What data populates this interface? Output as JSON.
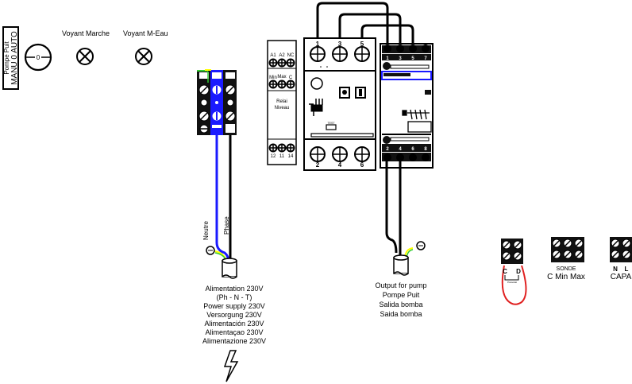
{
  "selector": {
    "label_top": "Pompe Puit",
    "label_bottom": "MANU  0  AUTO",
    "position_mark": "0"
  },
  "lamps": [
    {
      "label": "Voyant Marche"
    },
    {
      "label": "Voyant M-Eau"
    }
  ],
  "supply": {
    "wire_labels": {
      "neutral": "Neutre",
      "phase": "Phase"
    },
    "caption_lines": [
      "Alimentation 230V",
      "(Ph - N - T)",
      "Power supply 230V",
      "Versorgung 230V",
      "Alimentación 230V",
      "Alimentaçao 230V",
      "Alimentazione 230V"
    ]
  },
  "level_relay": {
    "top_terminals": [
      "A1",
      "A2",
      "NC"
    ],
    "mid_terminals": [
      "Min",
      "Max",
      "C"
    ],
    "name_lines": [
      "Relai",
      "Niveau"
    ],
    "bottom_terminals": [
      "12",
      "11",
      "14"
    ]
  },
  "motor_protector": {
    "top_terminals": [
      "1",
      "3",
      "5"
    ],
    "bottom_terminals": [
      "2",
      "4",
      "6"
    ],
    "test_label": "TEST"
  },
  "contactor": {
    "top_terminals": [
      "1",
      "3",
      "5",
      "7"
    ],
    "bottom_terminals": [
      "2",
      "4",
      "6",
      "8"
    ]
  },
  "output": {
    "caption_lines": [
      "Output for  pump",
      "Pompe Puit",
      "Salida bomba",
      "Saida bomba"
    ]
  },
  "blocks": {
    "bridge": {
      "left": "C",
      "right": "D",
      "tag": "Pressostat"
    },
    "sonde": {
      "title": "SONDE",
      "labels": "C  Min Max"
    },
    "capa": {
      "pins": [
        "N",
        "L"
      ],
      "label": "CAPA"
    }
  },
  "colors": {
    "neutral_wire": "#1a1aff",
    "earth_green": "#33cc33",
    "earth_yellow": "#ffff00",
    "bridge_wire": "#e02020"
  }
}
